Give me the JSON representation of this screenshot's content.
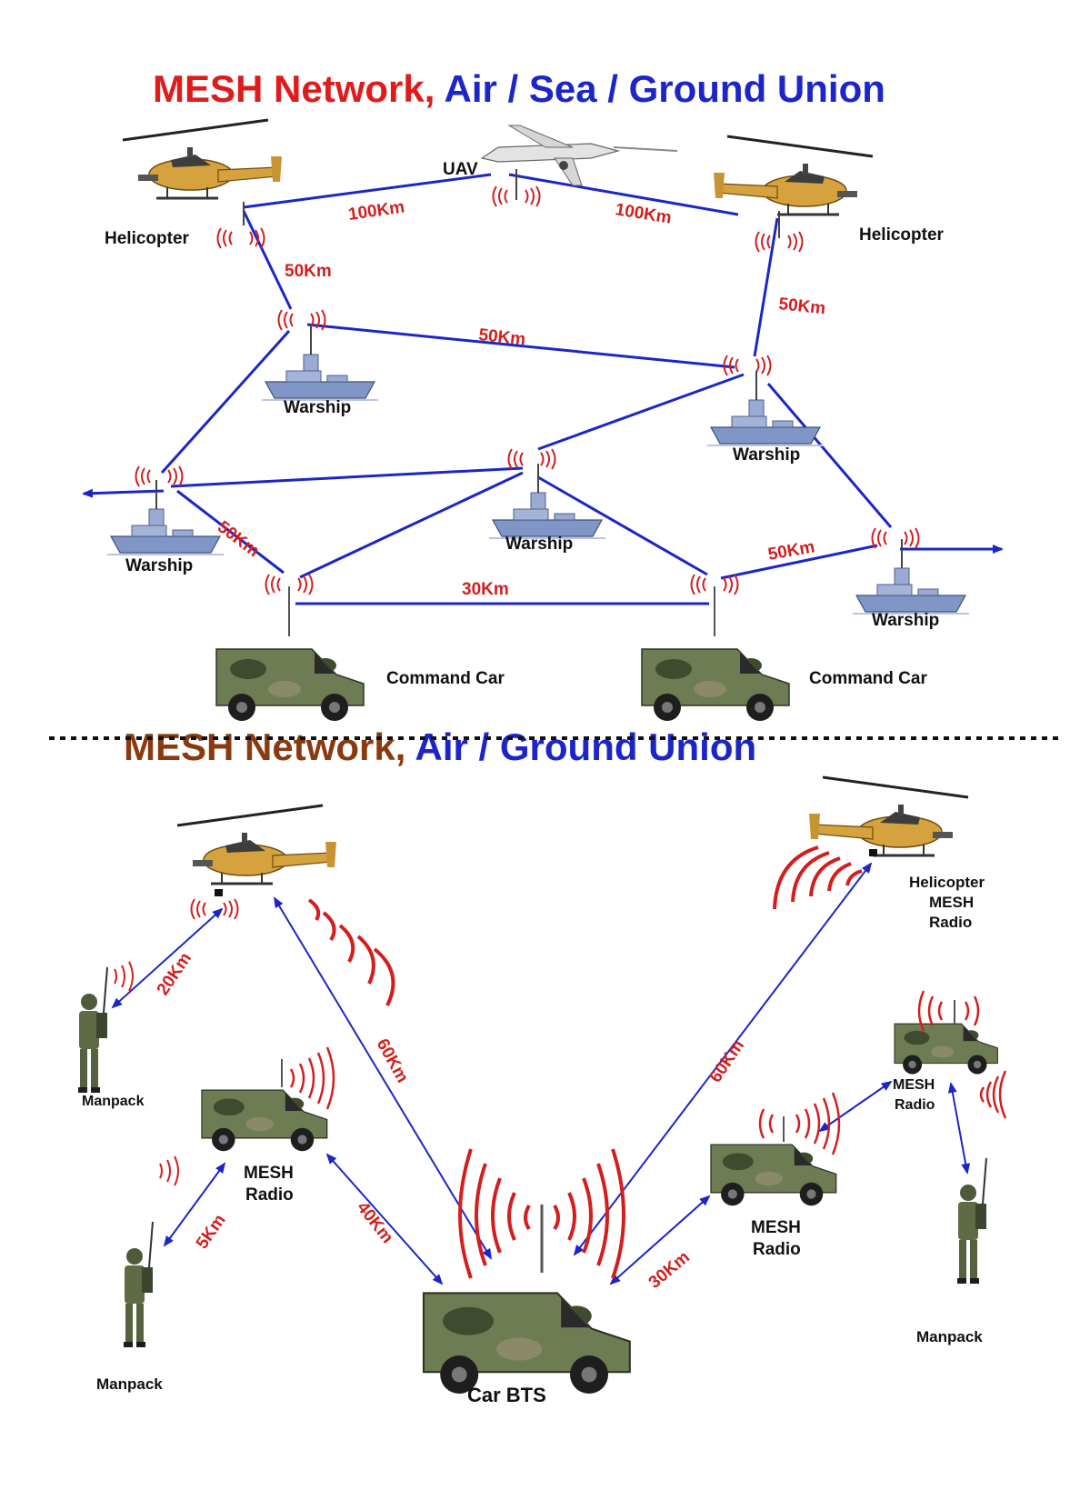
{
  "title_top": {
    "part1": "MESH Network,",
    "part2": "Air / Sea / Ground Union"
  },
  "title_bottom": {
    "part1": "MESH Network,",
    "part2": "Air / Ground Union"
  },
  "colors": {
    "link": "#1c26c8",
    "distance": "#d41e1e",
    "wave": "#d41e1e",
    "title_red": "#e01b1b",
    "title_blue": "#1c26c8",
    "title_brown": "#8a3a10"
  },
  "icons": [
    "helicopter-icon",
    "uav-icon",
    "warship-icon",
    "command-car-icon",
    "soldier-icon",
    "radio-wave-icon",
    "antenna-icon"
  ],
  "top_labels": {
    "uav": "UAV",
    "helicopter_left": "Helicopter",
    "helicopter_right": "Helicopter",
    "warship_1": "Warship",
    "warship_2": "Warship",
    "warship_3": "Warship",
    "warship_4": "Warship",
    "warship_5": "Warship",
    "command_car_1": "Command Car",
    "command_car_2": "Command Car"
  },
  "top_distances": {
    "heli_uav": "100Km",
    "uav_heli": "100Km",
    "heli_ship_left": "50Km",
    "heli_ship_right": "50Km",
    "ship_ship": "50Km",
    "ship_car": "50Km",
    "car_car": "30Km",
    "car_ship": "50Km"
  },
  "bottom_labels": {
    "manpack_1": "Manpack",
    "manpack_2": "Manpack",
    "manpack_3": "Manpack",
    "mesh_radio_1_line1": "MESH",
    "mesh_radio_1_line2": "Radio",
    "mesh_radio_2_line1": "MESH",
    "mesh_radio_2_line2": "Radio",
    "mesh_radio_3_line1": "MESH",
    "mesh_radio_3_line2": "Radio",
    "heli_line1": "Helicopter",
    "heli_line2": "MESH",
    "heli_line3": "Radio",
    "car_bts": "Car BTS"
  },
  "bottom_distances": {
    "heli_manpack": "20Km",
    "heli_bts": "60Km",
    "bts_heli": "60Km",
    "manpack_radio": "5Km",
    "radio_bts": "40Km",
    "bts_radio": "30Km"
  }
}
